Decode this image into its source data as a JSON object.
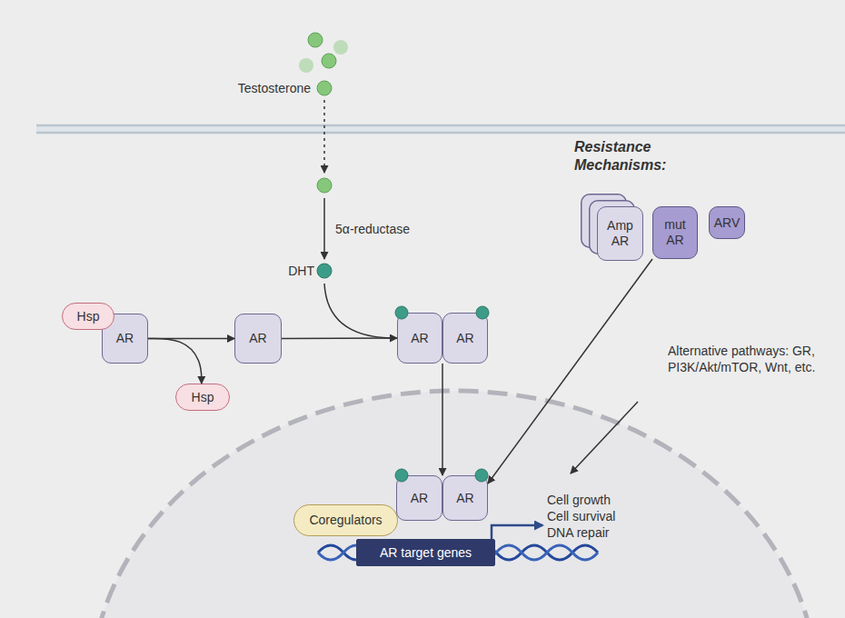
{
  "diagram": {
    "nodes": [
      {
        "text": [
          "Amp AR"
        ]
      },
      {
        "text": [
          "mut AR"
        ]
      },
      {
        "text": [
          "ARV"
        ]
      },
      {
        "text": [
          "Hsp"
        ]
      },
      {
        "text": [
          "AR"
        ]
      },
      {
        "text": [
          "AR"
        ]
      },
      {
        "text": [
          "AR"
        ]
      },
      {
        "text": [
          "AR"
        ]
      },
      {
        "text": [
          "Hsp"
        ]
      },
      {
        "text": [
          "Coregulators"
        ]
      },
      {
        "text": [
          "AR"
        ]
      },
      {
        "text": [
          "AR"
        ]
      },
      {
        "text": [
          "AR target genes"
        ]
      }
    ],
    "edges": [
      {
        "from": 4,
        "to": 5,
        "arrow": "to"
      },
      {
        "from": 4,
        "to": 8,
        "arrow": "to"
      },
      {
        "from": 5,
        "to": 6,
        "arrow": "to"
      },
      {
        "from": 6,
        "to": 10,
        "arrow": "to"
      },
      {
        "from": 1,
        "to": 11,
        "arrow": "to"
      }
    ],
    "labels": [
      "Testosterone",
      "5α-reductase",
      "DHT",
      "Resistance Mechanisms:",
      "Alternative pathways: GR, PI3K/Akt/mTOR, Wnt, etc.",
      "Cell growth Cell survival DNA repair"
    ]
  }
}
